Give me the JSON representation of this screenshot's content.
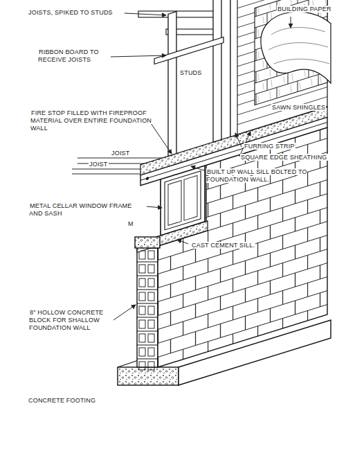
{
  "diagram": {
    "labels": [
      "JOISTS, SPIKED TO STUDS",
      "RIBBON BOARD TO RECEIVE JOISTS",
      "BUILDING PAPER",
      "STUDS",
      "SAWN SHINGLES",
      "FIRE STOP FILLED WITH FIREPROOF MATERIAL OVER ENTIRE FOUNDATION WALL",
      "FURRING STRIP",
      "SQUARE EDGE SHEATHING",
      "JOIST",
      "JOIST",
      "BUILT UP WALL SILL BOLTED TO FOUNDATION WALL.",
      "METAL CELLAR WINDOW FRAME AND SASH",
      "M",
      "CAST CEMENT SILL.",
      "8\" HOLLOW CONCRETE BLOCK FOR SHALLOW FOUNDATION WALL",
      "CONCRETE FOOTING"
    ]
  }
}
